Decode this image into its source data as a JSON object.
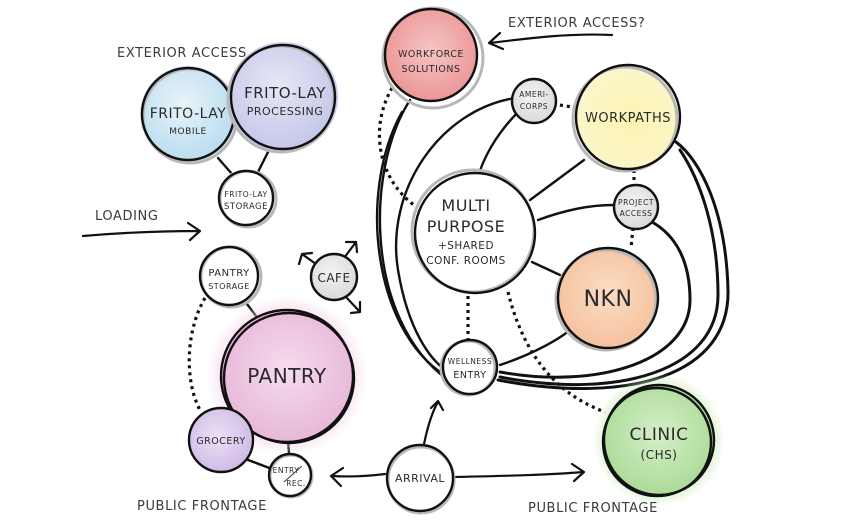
{
  "diagram": {
    "type": "bubble-adjacency-diagram",
    "annotations": {
      "exterior_access": "EXTERIOR ACCESS",
      "exterior_access_q": "EXTERIOR ACCESS?",
      "loading": "LOADING",
      "public_frontage_left": "PUBLIC FRONTAGE",
      "public_frontage_right": "PUBLIC FRONTAGE"
    },
    "nodes": {
      "frito_lay_mobile": {
        "lines": [
          "FRITO-LAY",
          "MOBILE"
        ],
        "color": "#cfe6f2"
      },
      "frito_lay_processing": {
        "lines": [
          "FRITO-LAY",
          "PROCESSING"
        ],
        "color": "#d3d5ee"
      },
      "frito_lay_storage": {
        "lines": [
          "FRITO-LAY",
          "STORAGE"
        ],
        "color": "#ffffff"
      },
      "pantry_storage": {
        "lines": [
          "PANTRY",
          "STORAGE"
        ],
        "color": "#ffffff"
      },
      "cafe": {
        "lines": [
          "CAFE"
        ],
        "color": "#e4e4e4"
      },
      "pantry": {
        "lines": [
          "PANTRY"
        ],
        "color": "#efc6e2"
      },
      "grocery": {
        "lines": [
          "GROCERY"
        ],
        "color": "#dccbec"
      },
      "entry_rec": {
        "lines": [
          "ENTRY",
          "REC."
        ],
        "color": "#ffffff"
      },
      "arrival": {
        "lines": [
          "ARRIVAL"
        ],
        "color": "#ffffff"
      },
      "workforce_solutions": {
        "lines": [
          "WORKFORCE",
          "SOLUTIONS"
        ],
        "color": "#f0a6a6"
      },
      "americorps": {
        "lines": [
          "AMERI-",
          "CORPS"
        ],
        "color": "#e4e4e4"
      },
      "workpaths": {
        "lines": [
          "WORKPATHS"
        ],
        "color": "#fbf3a4"
      },
      "project_access": {
        "lines": [
          "PROJECT",
          "ACCESS"
        ],
        "color": "#e4e4e4"
      },
      "multi_purpose": {
        "lines": [
          "MULTI",
          "PURPOSE",
          "+SHARED",
          "CONF. ROOMS"
        ],
        "color": "#ffffff"
      },
      "nkn": {
        "lines": [
          "NKN"
        ],
        "color": "#f8c9a8"
      },
      "wellness_entry": {
        "lines": [
          "WELLNESS",
          "ENTRY"
        ],
        "color": "#ffffff"
      },
      "clinic": {
        "lines": [
          "CLINIC",
          "(CHS)"
        ],
        "color": "#b8e2a6"
      }
    }
  }
}
